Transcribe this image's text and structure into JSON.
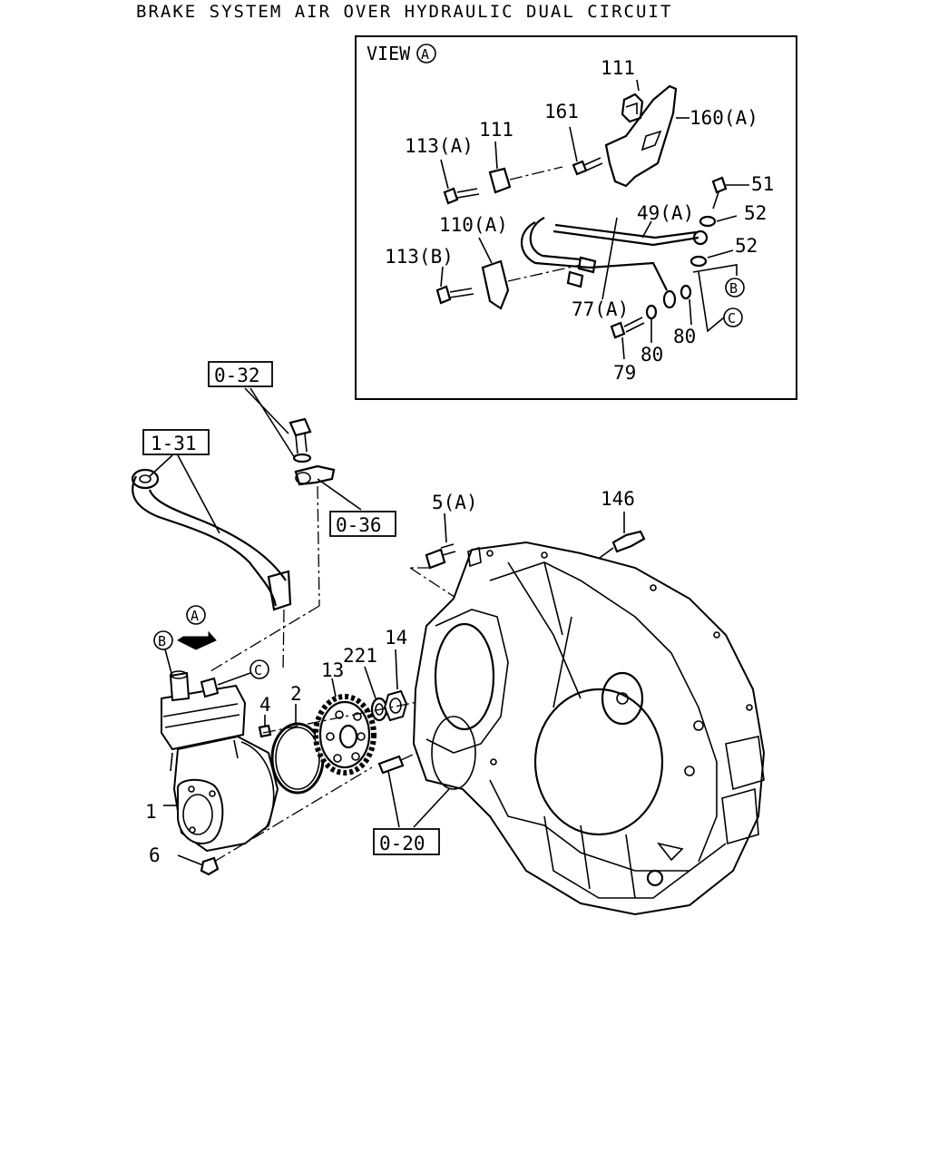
{
  "title": "BRAKE SYSTEM AIR OVER HYDRAULIC DUAL CIRCUIT",
  "view": {
    "heading": "VIEW",
    "heading_ref": "A",
    "labels": {
      "p111_top": "111",
      "p161": "161",
      "p160a": "160(A)",
      "p113a": "113(A)",
      "p111_mid": "111",
      "p51": "51",
      "p49a": "49(A)",
      "p52_top": "52",
      "p110a": "110(A)",
      "p52_bot": "52",
      "p113b": "113(B)",
      "ref_b": "B",
      "p77a": "77(A)",
      "ref_c": "C",
      "p80_right": "80",
      "p80_left": "80",
      "p79": "79"
    }
  },
  "main": {
    "refs": {
      "r032": "0-32",
      "r131": "1-31",
      "r036": "0-36",
      "r020": "0-20"
    },
    "labels": {
      "p5a": "5(A)",
      "p146": "146",
      "circ_a": "A",
      "circ_b": "B",
      "circ_c": "C",
      "p14": "14",
      "p221": "221",
      "p13": "13",
      "p4": "4",
      "p2": "2",
      "p1": "1",
      "p6": "6"
    }
  }
}
